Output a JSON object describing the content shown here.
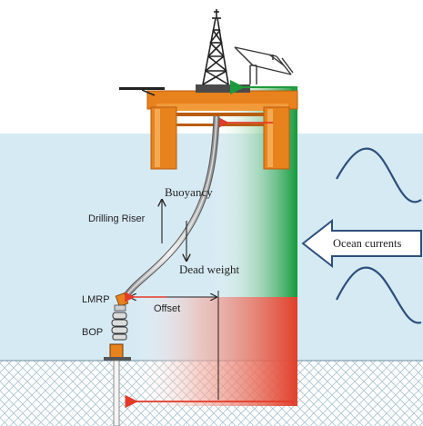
{
  "labels": {
    "buoyancy": "Buoyancy",
    "drilling_riser": "Drilling Riser",
    "dead_weight": "Dead weight",
    "ocean_currents": "Ocean currents",
    "lmrp": "LMRP",
    "offset": "Offset",
    "bop": "BOP"
  },
  "colors": {
    "sky": "#ffffff",
    "water": "#d6eaf4",
    "seabed": "#ffffff",
    "seabed_hatch": "#a9c3cf",
    "platform_orange": "#e8821c",
    "platform_dark": "#b85c10",
    "green_band": "#139a3c",
    "red_band": "#e0402a",
    "current_arrow": "#3a5f8f",
    "wave_line": "#2d4f7c",
    "arrow_red": "#e33a2a",
    "arrow_green": "#1d9a3b"
  },
  "icons": {
    "derrick": "drilling-derrick-icon",
    "crane": "crane-icon",
    "helideck": "helideck-icon"
  }
}
